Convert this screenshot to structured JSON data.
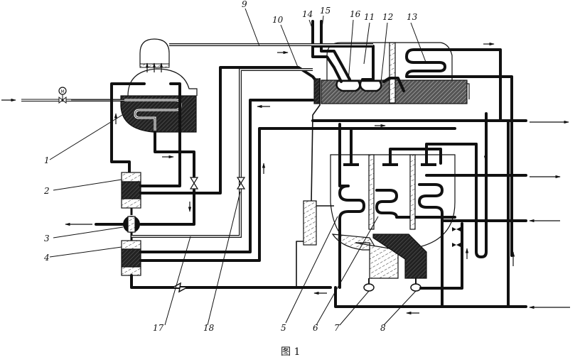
{
  "figure": {
    "caption": "图 1",
    "type": "process schematic"
  },
  "component_labels": [
    {
      "id": "1",
      "text": "1"
    },
    {
      "id": "2",
      "text": "2"
    },
    {
      "id": "3",
      "text": "3"
    },
    {
      "id": "4",
      "text": "4"
    },
    {
      "id": "5",
      "text": "5"
    },
    {
      "id": "6",
      "text": "6"
    },
    {
      "id": "7",
      "text": "7"
    },
    {
      "id": "8",
      "text": "8"
    },
    {
      "id": "9",
      "text": "9"
    },
    {
      "id": "10",
      "text": "10"
    },
    {
      "id": "11",
      "text": "11"
    },
    {
      "id": "12",
      "text": "12"
    },
    {
      "id": "13",
      "text": "13"
    },
    {
      "id": "14",
      "text": "14"
    },
    {
      "id": "15",
      "text": "15"
    },
    {
      "id": "16",
      "text": "16"
    },
    {
      "id": "17",
      "text": "17"
    },
    {
      "id": "18",
      "text": "18"
    }
  ],
  "flow_ports": {
    "left_inlet": "in",
    "component3_outlet": "out",
    "right_port_1": "out",
    "right_port_2": "out",
    "right_port_3": "in",
    "right_port_4": "in"
  },
  "colors": {
    "ink": "#111111",
    "paper": "#ffffff"
  }
}
